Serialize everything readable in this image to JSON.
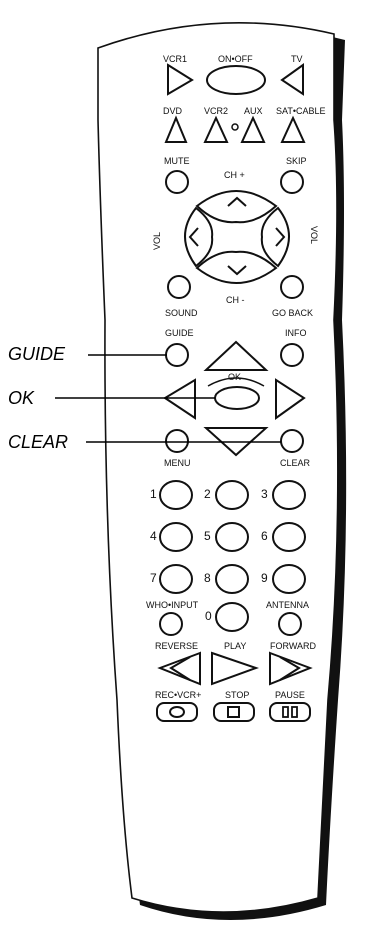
{
  "callouts": {
    "guide": "GUIDE",
    "ok": "OK",
    "clear": "CLEAR"
  },
  "labels": {
    "vcr1": "VCR1",
    "on_off": "ON•OFF",
    "tv": "TV",
    "dvd": "DVD",
    "vcr2": "VCR2",
    "aux": "AUX",
    "sat_cable": "SAT•CABLE",
    "mute": "MUTE",
    "skip": "SKIP",
    "ch_plus": "CH +",
    "ch_minus": "CH -",
    "vol_left": "VOL",
    "vol_right": "VOL",
    "sound": "SOUND",
    "go_back": "GO BACK",
    "guide": "GUIDE",
    "info": "INFO",
    "ok": "OK",
    "menu": "MENU",
    "clear": "CLEAR",
    "who_input": "WHO•INPUT",
    "antenna": "ANTENNA",
    "reverse": "REVERSE",
    "play": "PLAY",
    "forward": "FORWARD",
    "rec_vcr_plus": "REC•VCR+",
    "stop": "STOP",
    "pause": "PAUSE"
  },
  "digits": [
    "1",
    "2",
    "3",
    "4",
    "5",
    "6",
    "7",
    "8",
    "9",
    "0"
  ]
}
